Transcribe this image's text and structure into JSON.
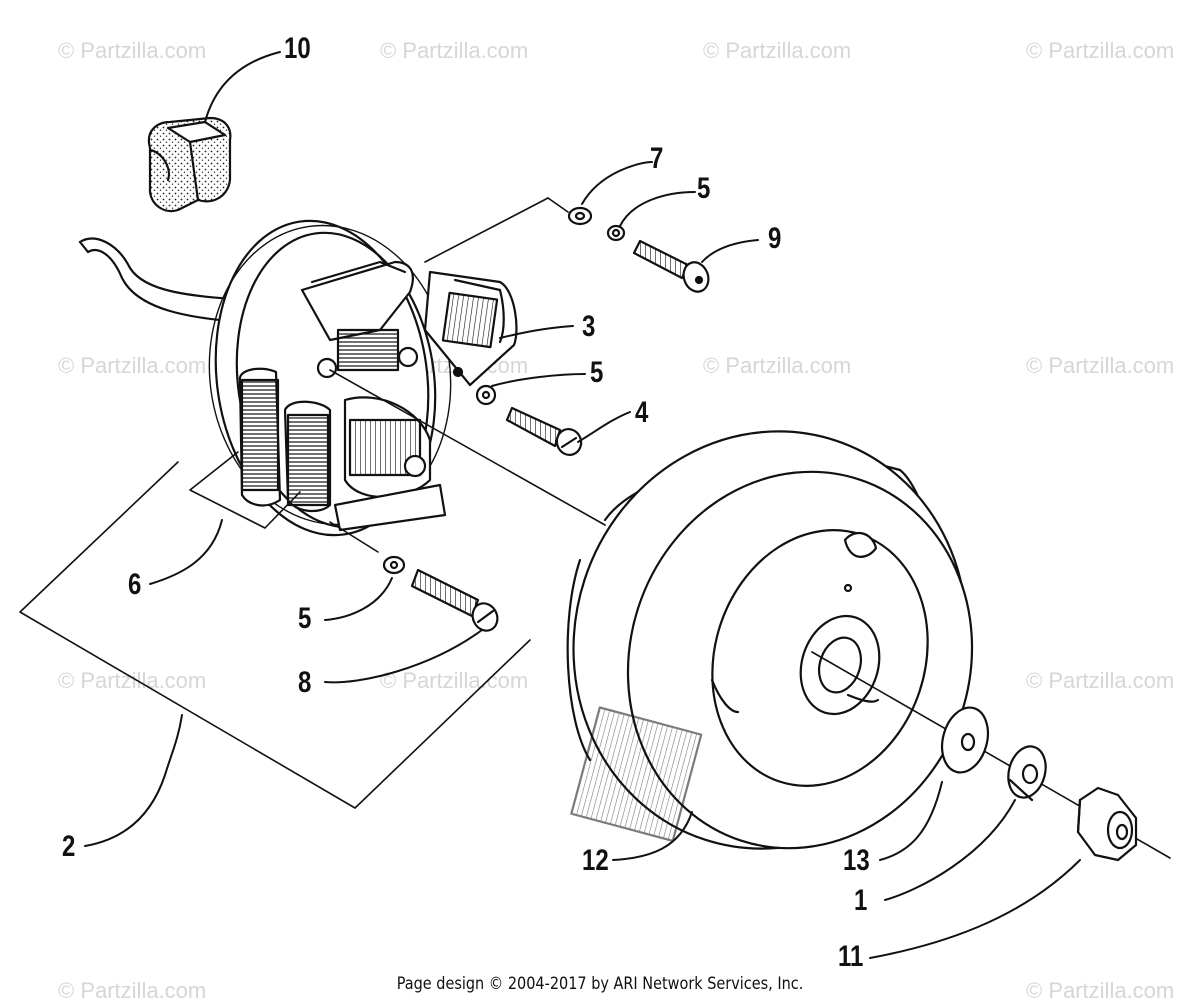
{
  "watermark": "© Partzilla.com",
  "footer": "Page design © 2004-2017 by ARI Network Services, Inc.",
  "callouts": {
    "c1": "1",
    "c2": "2",
    "c3": "3",
    "c4": "4",
    "c5a": "5",
    "c5b": "5",
    "c5c": "5",
    "c6": "6",
    "c7": "7",
    "c8": "8",
    "c9": "9",
    "c10": "10",
    "c11": "11",
    "c12": "12",
    "c13": "13"
  }
}
